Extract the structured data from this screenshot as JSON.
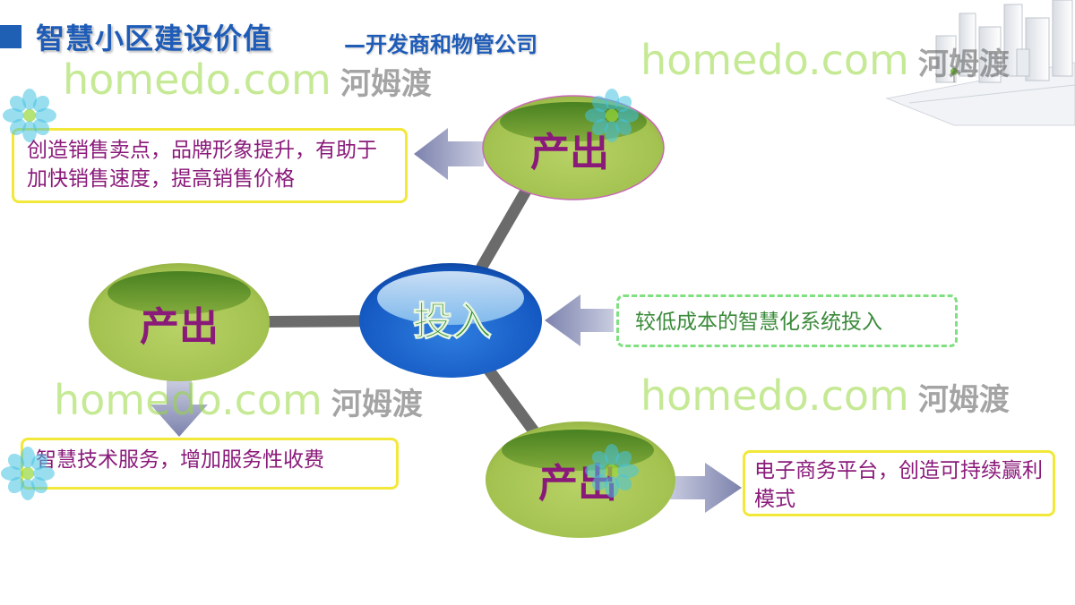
{
  "title": {
    "main": "智慧小区建设价值",
    "sub": "—开发商和物管公司"
  },
  "center": {
    "label": "投入"
  },
  "input_box": {
    "text": "较低成本的智慧化系统投入"
  },
  "outputs": [
    {
      "label": "产出",
      "text": "创造销售卖点，品牌形象提升，有助于加快销售速度，提高销售价格"
    },
    {
      "label": "产出",
      "text": "智慧技术服务，增加服务性收费"
    },
    {
      "label": "产出",
      "text": "电子商务平台，创造可持续赢利模式"
    }
  ],
  "watermark": {
    "en_prefix": "home",
    "en_mid": "do",
    "en_suffix": ".com",
    "cn": "河姆渡"
  },
  "colors": {
    "title": "#1e5cb8",
    "output_fill": "#a9c758",
    "output_text": "#8a1a7a",
    "center_fill": "#1560c8",
    "center_text": "#2e8a2e",
    "box_border": "#f2e83a",
    "dashed_border": "#7fe07f",
    "arrow": "#8f95bb"
  }
}
